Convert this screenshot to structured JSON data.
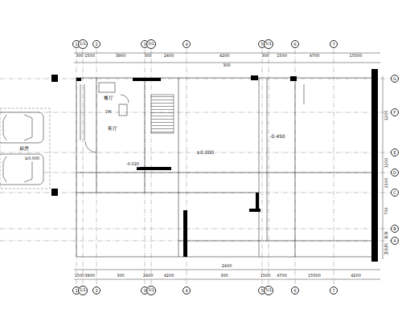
{
  "diagram": {
    "nodes": [
      {
        "text": [
          "1"
        ]
      },
      {
        "text": [
          "1/1"
        ]
      },
      {
        "text": [
          "2"
        ]
      },
      {
        "text": [
          "3"
        ]
      },
      {
        "text": [
          "3/1"
        ]
      },
      {
        "text": [
          "4"
        ]
      },
      {
        "text": [
          "5"
        ]
      },
      {
        "text": [
          "5/1"
        ]
      },
      {
        "text": [
          "6"
        ]
      },
      {
        "text": [
          "7"
        ]
      },
      {
        "text": [
          "1"
        ]
      },
      {
        "text": [
          "1/1"
        ]
      },
      {
        "text": [
          "2"
        ]
      },
      {
        "text": [
          "3"
        ]
      },
      {
        "text": [
          "3/1"
        ]
      },
      {
        "text": [
          "4"
        ]
      },
      {
        "text": [
          "5"
        ]
      },
      {
        "text": [
          "5/1"
        ]
      },
      {
        "text": [
          "6"
        ]
      },
      {
        "text": [
          "7"
        ]
      },
      {
        "text": [
          "G"
        ]
      },
      {
        "text": [
          "F"
        ]
      },
      {
        "text": [
          "E"
        ]
      },
      {
        "text": [
          "D"
        ]
      },
      {
        "text": [
          "C"
        ]
      },
      {
        "text": [
          "B"
        ]
      },
      {
        "text": [
          "A"
        ]
      }
    ],
    "labels": [
      "300",
      "1500",
      "3900",
      "300",
      "2400",
      "4200",
      "300",
      "1500",
      "4700",
      "15500",
      "300",
      "1500",
      "3900",
      "300",
      "2400",
      "4200",
      "300",
      "1500",
      "4700",
      "15500",
      "4200",
      "2400",
      "1200",
      "1200",
      "2100",
      "700",
      "车库",
      "卫生间",
      "厨房",
      "餐厅",
      "客厅",
      "±0.000",
      "-0.450",
      "-0.020",
      "±0.000",
      "DN"
    ]
  }
}
